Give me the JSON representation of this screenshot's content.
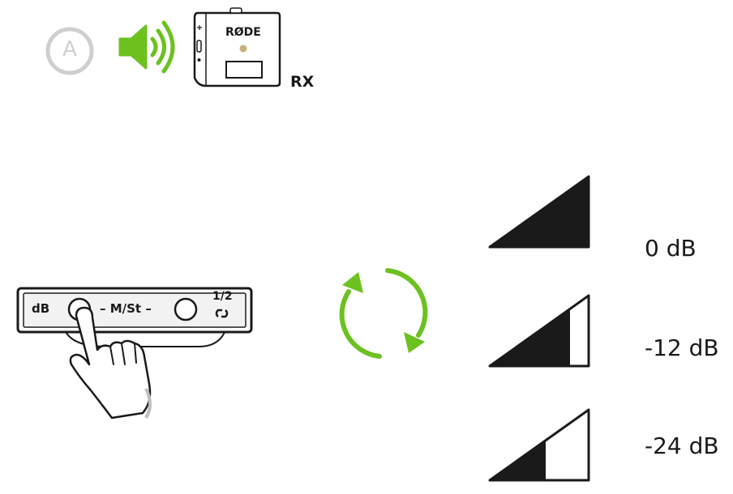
{
  "top": {
    "mode_letter": "A",
    "device_brand": "RØDE",
    "device_label": "RX"
  },
  "device_panel": {
    "db_label": "dB",
    "mode_label": "– M/St –",
    "channel_label": "1/2"
  },
  "levels": [
    {
      "label": "0 dB",
      "fill_fraction": 1.0
    },
    {
      "label": "-12 dB",
      "fill_fraction": 0.83
    },
    {
      "label": "-24 dB",
      "fill_fraction": 0.58
    }
  ],
  "colors": {
    "accent_green": "#6cc11f",
    "mode_circle_gray": "#cfcfcf",
    "ink": "#1a1a1a"
  },
  "icons": {
    "mode": "circle-a-icon",
    "speaker": "speaker-icon",
    "receiver": "receiver-device-icon",
    "cycle": "cycle-arrows-icon",
    "hand": "pointing-hand-icon"
  }
}
